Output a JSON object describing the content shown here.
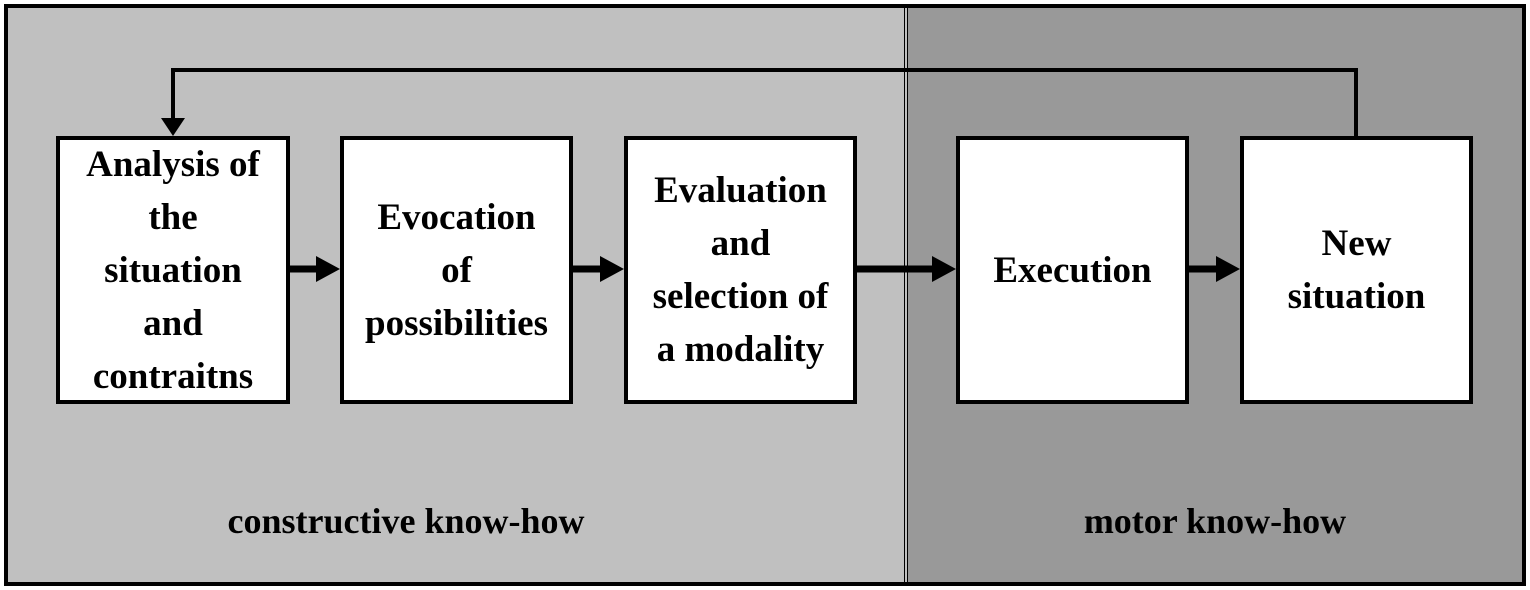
{
  "boxes": {
    "analysis": "Analysis of\nthe\nsituation\nand\ncontraitns",
    "evocation": "Evocation\nof\npossibilities",
    "evaluation": "Evaluation\nand\nselection of\na modality",
    "execution": "Execution",
    "new_situation": "New\nsituation"
  },
  "regions": {
    "left_label": "constructive know-how",
    "right_label": "motor know-how"
  },
  "colors": {
    "left_region": "#c0c0c0",
    "right_region": "#999999",
    "box_fill": "#ffffff",
    "stroke": "#000000"
  }
}
